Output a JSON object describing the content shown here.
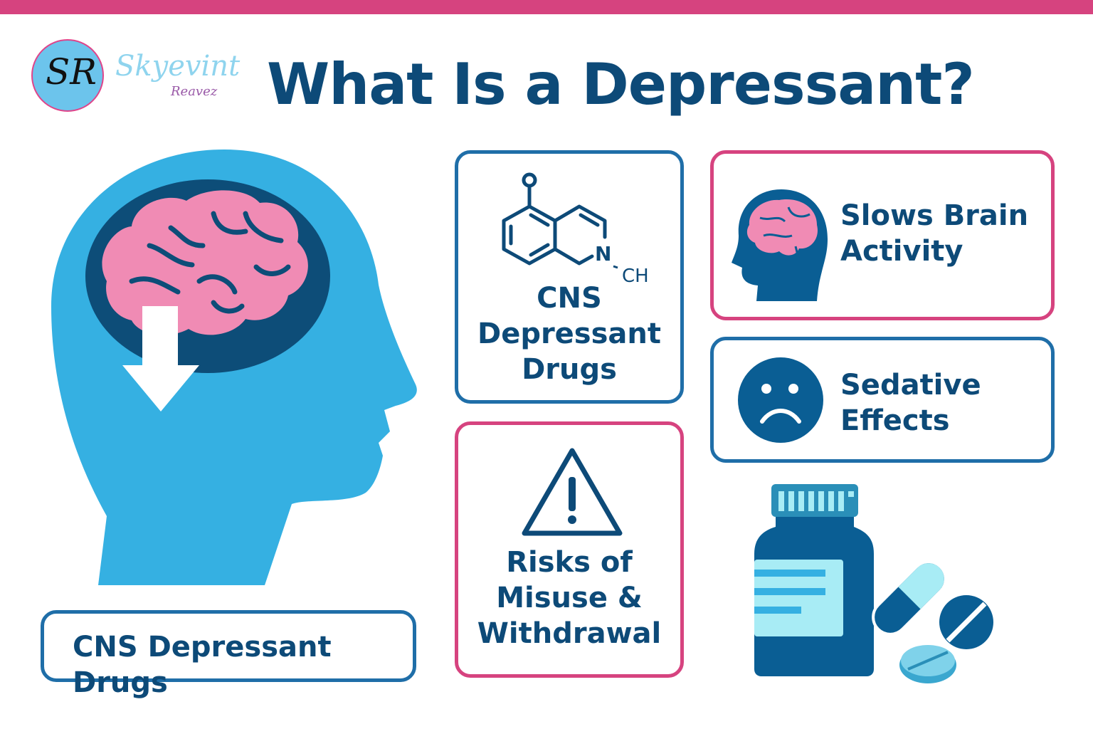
{
  "header": {
    "title": "What Is a Depressant?",
    "logo": {
      "monogram": "SR",
      "name_line1": "Skyevint",
      "name_line2": "Reavez"
    }
  },
  "head_illustration": {
    "label": "CNS Depressant Drugs"
  },
  "cards": [
    {
      "id": "cns",
      "label": "CNS Depressant Drugs",
      "lines": [
        "CNS",
        "Depressant",
        "Drugs"
      ],
      "icon": "molecule-icon",
      "molecule_label": "N",
      "molecule_group": "CH",
      "oxygen_label": "O"
    },
    {
      "id": "slows",
      "lines": [
        "Slows Brain",
        "Activity"
      ],
      "icon": "head-brain-icon"
    },
    {
      "id": "sedative",
      "lines": [
        "Sedative",
        "Effects"
      ],
      "icon": "sad-face-icon"
    },
    {
      "id": "risks",
      "lines": [
        "Risks of",
        "Misuse &",
        "Withdrawal"
      ],
      "icon": "warning-icon"
    }
  ],
  "colors": {
    "navy": "#0d4a78",
    "blue_border": "#1f6ea8",
    "pink": "#d6437f",
    "head_blue": "#35b0e2",
    "brain_pink": "#f08bb4",
    "bottle": "#0a5e94"
  }
}
